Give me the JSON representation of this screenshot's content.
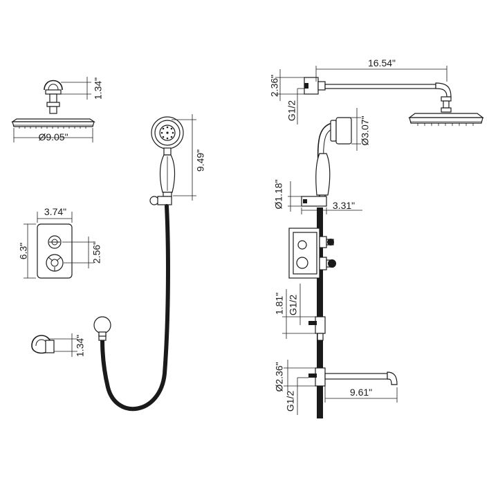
{
  "colors": {
    "line": "#1a1a1a",
    "background": "#ffffff"
  },
  "dims": {
    "head_arm_height": "1.34\"",
    "head_diameter": "Ø9.05\"",
    "handshower_length": "9.49\"",
    "trim_width": "3.74\"",
    "trim_height": "6.3\"",
    "knob_spacing": "2.56\"",
    "elbow_height": "1.34\"",
    "arm_length": "16.54\"",
    "arm_flange_height": "2.36\"",
    "arm_thread": "G1/2",
    "handshower_diameter": "Ø3.07\"",
    "holder_diameter": "Ø1.18\"",
    "holder_projection": "3.31\"",
    "outlet_height": "1.81\"",
    "outlet_thread": "G1/2",
    "spout_diameter": "Ø2.36\"",
    "spout_thread": "G1/2",
    "spout_length": "9.61\""
  }
}
